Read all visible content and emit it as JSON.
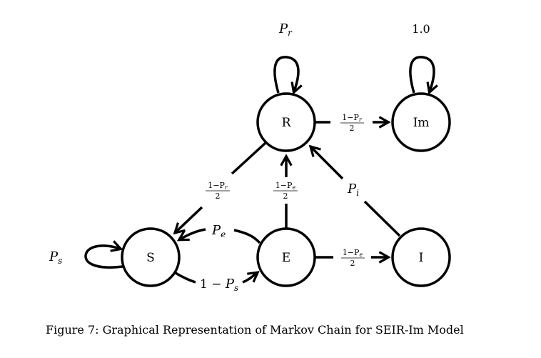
{
  "nodes": {
    "R": "R",
    "Im": "Im",
    "S": "S",
    "E": "E",
    "I": "I"
  },
  "labels": {
    "R_self": {
      "sym": "P",
      "sub": "r"
    },
    "Im_self": "1.0",
    "S_self": {
      "sym": "P",
      "sub": "s"
    },
    "R_to_Im": {
      "num": "1−P",
      "num_sub": "r",
      "den": "2"
    },
    "R_to_S": {
      "num": "1−P",
      "num_sub": "r",
      "den": "2"
    },
    "E_to_R": {
      "num": "1−P",
      "num_sub": "e",
      "den": "2"
    },
    "E_to_I": {
      "num": "1−P",
      "num_sub": "e",
      "den": "2"
    },
    "I_to_R": {
      "sym": "P",
      "sub": "i"
    },
    "E_to_S": {
      "sym": "P",
      "sub": "e"
    },
    "S_to_E": {
      "pre": "1 − ",
      "sym": "P",
      "sub": "s"
    }
  },
  "caption": "Figure 7: Graphical Representation of Markov Chain for SEIR-Im Model"
}
